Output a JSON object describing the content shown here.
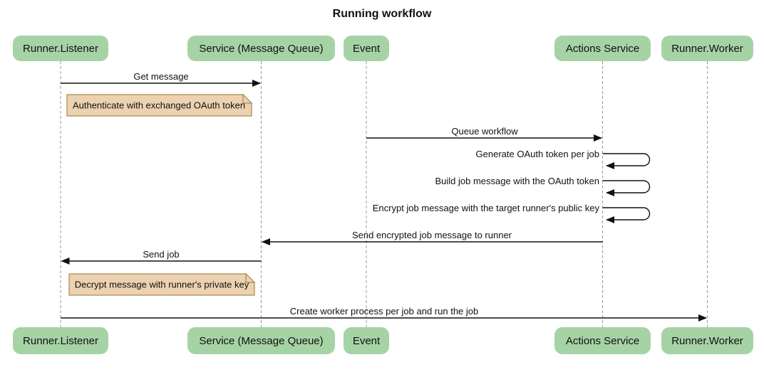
{
  "title": "Running workflow",
  "participants": [
    {
      "id": "runner-listener",
      "label": "Runner.Listener"
    },
    {
      "id": "service-message-queue",
      "label": "Service (Message Queue)"
    },
    {
      "id": "event",
      "label": "Event"
    },
    {
      "id": "actions-service",
      "label": "Actions Service"
    },
    {
      "id": "runner-worker",
      "label": "Runner.Worker"
    }
  ],
  "messages": [
    {
      "label": "Get message",
      "from": "Runner.Listener",
      "to": "Service (Message Queue)",
      "type": "arrow"
    },
    {
      "label": "Queue workflow",
      "from": "Event",
      "to": "Actions Service",
      "type": "arrow"
    },
    {
      "label": "Generate OAuth token per job",
      "from": "Actions Service",
      "to": "Actions Service",
      "type": "self"
    },
    {
      "label": "Build job message with the OAuth token",
      "from": "Actions Service",
      "to": "Actions Service",
      "type": "self"
    },
    {
      "label": "Encrypt job message with the target runner's public key",
      "from": "Actions Service",
      "to": "Actions Service",
      "type": "self"
    },
    {
      "label": "Send encrypted job message to runner",
      "from": "Actions Service",
      "to": "Service (Message Queue)",
      "type": "arrow"
    },
    {
      "label": "Send job",
      "from": "Service (Message Queue)",
      "to": "Runner.Listener",
      "type": "arrow"
    },
    {
      "label": "Create worker process per job and run the job",
      "from": "Runner.Listener",
      "to": "Runner.Worker",
      "type": "arrow"
    }
  ],
  "notes": [
    {
      "label": "Authenticate with exchanged OAuth token",
      "position": "right of Runner.Listener"
    },
    {
      "label": "Decrypt message with runner's private key",
      "position": "right of Runner.Listener"
    }
  ],
  "colors": {
    "background": "#FFFFFF",
    "participant_fill": "#A6D3A6",
    "note_fill": "#ECD2B0",
    "note_border": "#A98A54",
    "lifeline": "#999999",
    "arrow": "#111111",
    "text": "#111111"
  }
}
